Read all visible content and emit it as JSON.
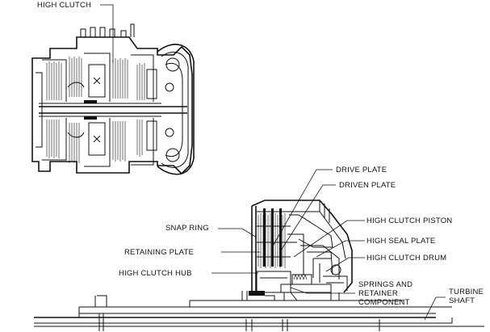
{
  "labels": {
    "high_clutch_top": "HIGH CLUTCH",
    "drive_plate": "DRIVE PLATE",
    "driven_plate": "DRIVEN PLATE",
    "snap_ring": "SNAP RING",
    "high_clutch_piston": "HIGH CLUTCH PISTON",
    "high_seal_plate": "HIGH SEAL PLATE",
    "retaining_plate": "RETAINING PLATE",
    "high_clutch_drum": "HIGH CLUTCH DRUM",
    "high_clutch_hub": "HIGH CLUTCH HUB",
    "springs_retainer": "SPRINGS AND\nRETAINER\nCOMPONENT",
    "turbine_shaft": "TURBINE\nSHAFT"
  }
}
